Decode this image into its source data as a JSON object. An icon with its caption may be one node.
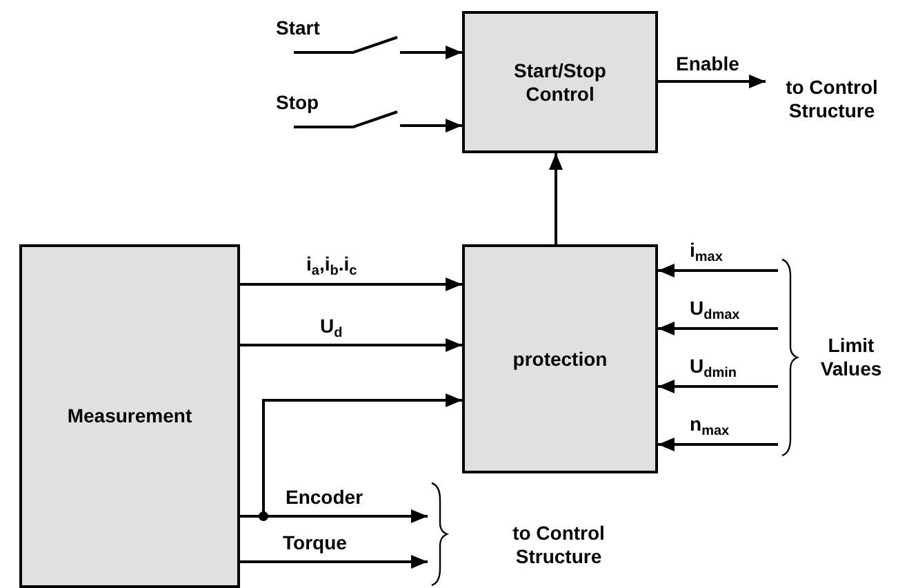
{
  "diagram": {
    "nodes": [
      {
        "text": [
          "Start/Stop Control"
        ]
      },
      {
        "text": [
          "protection"
        ]
      },
      {
        "text": [
          "Measurement"
        ]
      },
      {
        "text": [
          "to Control Structure"
        ]
      },
      {
        "text": [
          "Start"
        ]
      },
      {
        "text": [
          "Stop"
        ]
      },
      {
        "text": [
          "Limit Values"
        ]
      },
      {
        "text": [
          "to Control Structure"
        ]
      }
    ],
    "edges": [
      {
        "from": 4,
        "to": 0,
        "arrow": "to"
      },
      {
        "from": 5,
        "to": 0,
        "arrow": "to"
      },
      {
        "from": 0,
        "to": 3,
        "arrow": "to",
        "label": "Enable"
      },
      {
        "from": 1,
        "to": 0,
        "arrow": "to"
      },
      {
        "from": 2,
        "to": 1,
        "arrow": "to",
        "label": "i$_{a}$,i$_{b}$.i$_{c}$"
      },
      {
        "from": 2,
        "to": 1,
        "arrow": "to",
        "label": "U$_{d}$"
      },
      {
        "from": 2,
        "to": 1,
        "arrow": "to"
      },
      {
        "from": 2,
        "to": 7,
        "arrow": "to",
        "label": "Encoder"
      },
      {
        "from": 2,
        "to": 7,
        "arrow": "to",
        "label": "Torque"
      },
      {
        "from": 6,
        "to": 1,
        "arrow": "to",
        "label": "i$_{max}$"
      },
      {
        "from": 6,
        "to": 1,
        "arrow": "to",
        "label": "U$_{dmax}$"
      },
      {
        "from": 6,
        "to": 1,
        "arrow": "to",
        "label": "U$_{dmin}$"
      },
      {
        "from": 6,
        "to": 1,
        "arrow": "to",
        "label": "n$_{max}$"
      }
    ]
  }
}
